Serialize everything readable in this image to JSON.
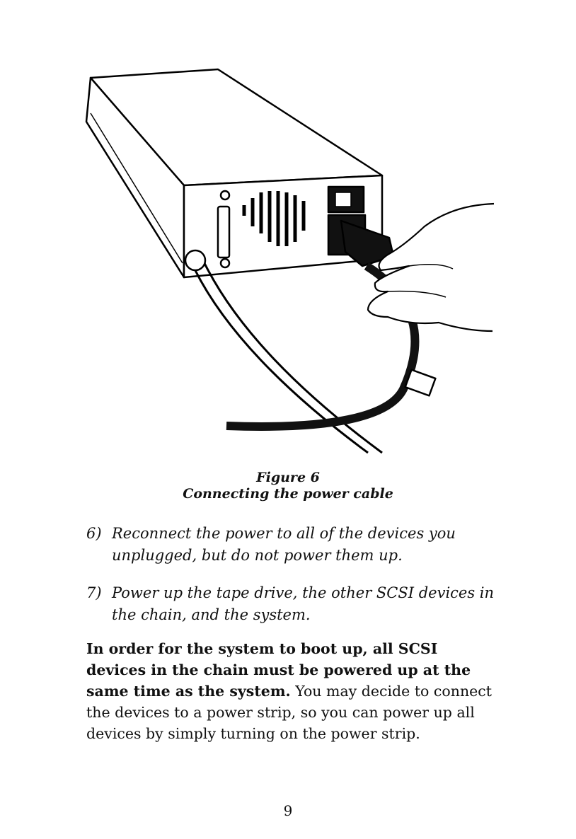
{
  "figure": {
    "number": "Figure 6",
    "title": "Connecting the power cable"
  },
  "steps": [
    {
      "number": "6)",
      "text": "Reconnect the power to all of the devices you unplugged, but do not power them up."
    },
    {
      "number": "7)",
      "text": "Power up the tape drive, the other SCSI devices in the chain, and the system."
    }
  ],
  "paragraph": {
    "bold": "In order for the system to boot up, all SCSI devices in the chain must be powered up at the same time as the system.",
    "normal": " You may decide to connect the devices to a power strip, so you can power up all devices by simply turning on the power strip."
  },
  "page_number": "9"
}
